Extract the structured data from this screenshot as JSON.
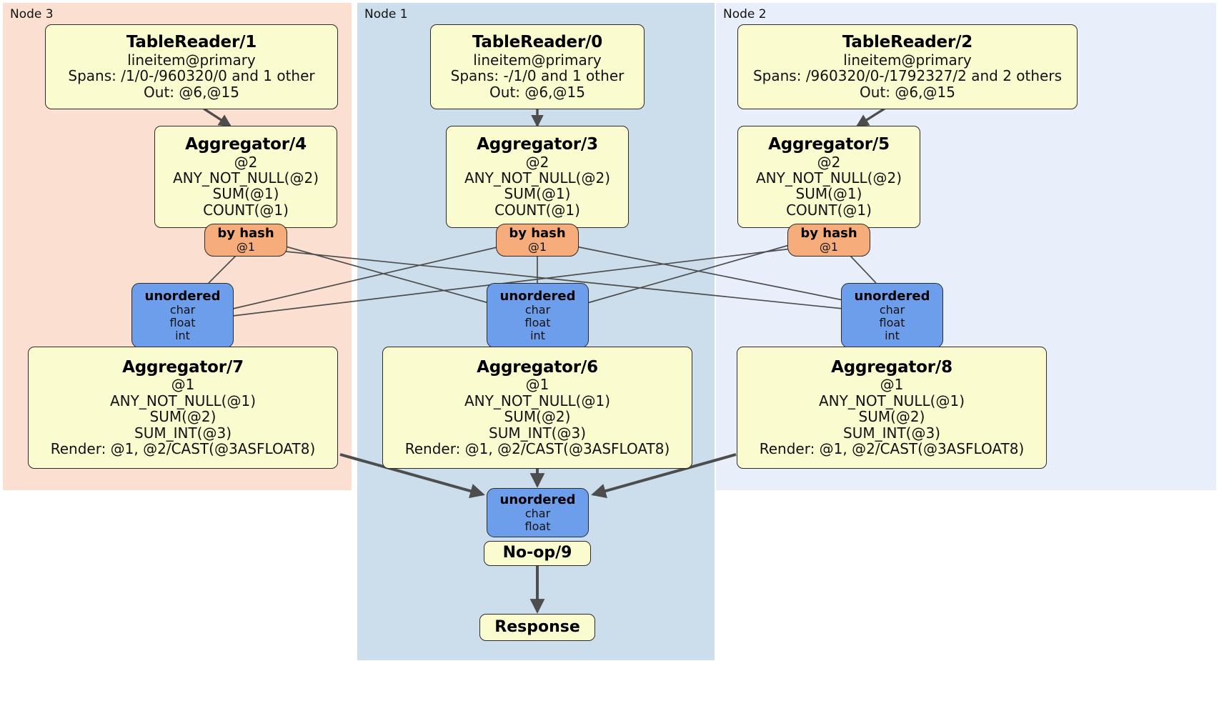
{
  "diagram": {
    "type": "distributed-query-plan-flow",
    "background": "#ffffff",
    "colors": {
      "node3_panel": "#fbe0d2",
      "node1_panel": "#ccdeeb",
      "node2_panel": "#e9effa",
      "processor_fill": "#fbfbd0",
      "hash_router_fill": "#f6ad7b",
      "unordered_router_fill": "#6d9eeb",
      "edge": "#4d4d4d",
      "border": "#2b2b2b"
    }
  },
  "panels": [
    {
      "id": "node3",
      "label": "Node 3"
    },
    {
      "id": "node1",
      "label": "Node 1"
    },
    {
      "id": "node2",
      "label": "Node 2"
    }
  ],
  "table_readers": [
    {
      "id": "tr1",
      "title": "TableReader/1",
      "source": "lineitem@primary",
      "spans": "Spans: /1/0-/960320/0 and 1 other",
      "out": "Out: @6,@15"
    },
    {
      "id": "tr0",
      "title": "TableReader/0",
      "source": "lineitem@primary",
      "spans": "Spans: -/1/0 and 1 other",
      "out": "Out: @6,@15"
    },
    {
      "id": "tr2",
      "title": "TableReader/2",
      "source": "lineitem@primary",
      "spans": "Spans: /960320/0-/1792327/2 and 2 others",
      "out": "Out: @6,@15"
    }
  ],
  "aggregators_upper": [
    {
      "id": "agg4",
      "title": "Aggregator/4",
      "group": "@2",
      "func1": "ANY_NOT_NULL(@2)",
      "func2": "SUM(@1)",
      "func3": "COUNT(@1)"
    },
    {
      "id": "agg3",
      "title": "Aggregator/3",
      "group": "@2",
      "func1": "ANY_NOT_NULL(@2)",
      "func2": "SUM(@1)",
      "func3": "COUNT(@1)"
    },
    {
      "id": "agg5",
      "title": "Aggregator/5",
      "group": "@2",
      "func1": "ANY_NOT_NULL(@2)",
      "func2": "SUM(@1)",
      "func3": "COUNT(@1)"
    }
  ],
  "hash_routers": [
    {
      "id": "hash4",
      "title": "by hash",
      "detail": "@1"
    },
    {
      "id": "hash3",
      "title": "by hash",
      "detail": "@1"
    },
    {
      "id": "hash5",
      "title": "by hash",
      "detail": "@1"
    }
  ],
  "unordered_routers_mid": [
    {
      "id": "unord7",
      "title": "unordered",
      "t1": "char",
      "t2": "float",
      "t3": "int"
    },
    {
      "id": "unord6",
      "title": "unordered",
      "t1": "char",
      "t2": "float",
      "t3": "int"
    },
    {
      "id": "unord8",
      "title": "unordered",
      "t1": "char",
      "t2": "float",
      "t3": "int"
    }
  ],
  "aggregators_lower": [
    {
      "id": "agg7",
      "title": "Aggregator/7",
      "group": "@1",
      "func1": "ANY_NOT_NULL(@1)",
      "func2": "SUM(@2)",
      "func3": "SUM_INT(@3)",
      "render": "Render: @1, @2/CAST(@3ASFLOAT8)"
    },
    {
      "id": "agg6",
      "title": "Aggregator/6",
      "group": "@1",
      "func1": "ANY_NOT_NULL(@1)",
      "func2": "SUM(@2)",
      "func3": "SUM_INT(@3)",
      "render": "Render: @1, @2/CAST(@3ASFLOAT8)"
    },
    {
      "id": "agg8",
      "title": "Aggregator/8",
      "group": "@1",
      "func1": "ANY_NOT_NULL(@1)",
      "func2": "SUM(@2)",
      "func3": "SUM_INT(@3)",
      "render": "Render: @1, @2/CAST(@3ASFLOAT8)"
    }
  ],
  "final_router": {
    "id": "unord-final",
    "title": "unordered",
    "t1": "char",
    "t2": "float"
  },
  "noop": {
    "id": "noop9",
    "title": "No-op/9"
  },
  "response": {
    "id": "response",
    "title": "Response"
  }
}
